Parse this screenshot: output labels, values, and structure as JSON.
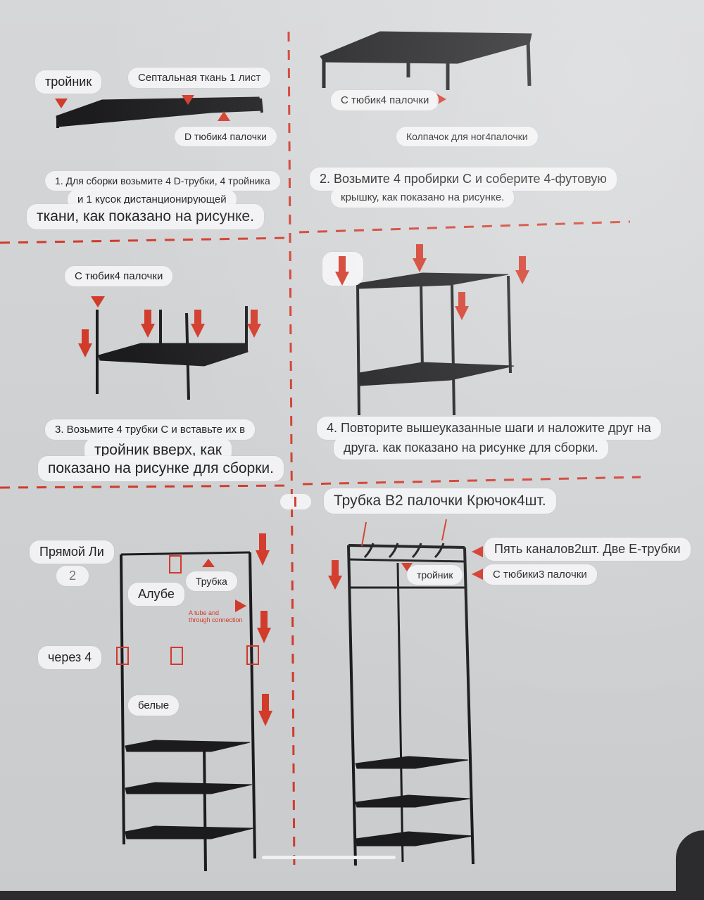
{
  "steps": {
    "step1": {
      "callout_teefitting": "тройник",
      "callout_fabric": "Септальная ткань 1 лист",
      "callout_dtube": "D тюбик4 палочки",
      "text_line1": "1. Для сборки возьмите 4 D-трубки, 4 тройника",
      "text_line2": "и 1 кусок дистанционирующей",
      "text_line3": "ткани, как показано на рисунке."
    },
    "step2": {
      "callout_ctube": "С тюбик4 палочки",
      "callout_caps": "Колпачок для ног4палочки",
      "text_line1": "2. Возьмите 4 пробирки C и соберите 4-футовую",
      "text_line2": "крышку, как показано на рисунке."
    },
    "step3": {
      "callout_ctube": "С тюбик4 палочки",
      "text_line1": "3. Возьмите 4 трубки C и вставьте их в",
      "text_line2": "тройник вверх, как",
      "text_line3": "показано на рисунке для сборки."
    },
    "step4": {
      "text_line1": "4. Повторите вышеуказанные шаги и наложите друг на",
      "text_line2": "друга. как показано на рисунке для сборки."
    },
    "step5": {
      "callout_straight": "Прямой Ли",
      "callout_number": "2",
      "callout_tube": "Трубка",
      "callout_atube": "Алубе",
      "callout_through": "через 4",
      "callout_white": "белые",
      "red_note_line1": "A tube and",
      "red_note_line2": "through connection"
    },
    "step6": {
      "header": "Трубка B2 палочки Крючок4шт.",
      "callout_channels": "Пять каналов2шт. Две E-трубки",
      "callout_teefitting": "тройник",
      "callout_ctube": "С тюбики3 палочки"
    }
  },
  "colors": {
    "background": "#cfd1d3",
    "accent_red": "#d23a2a",
    "frame_black": "#1c1c1e",
    "label_bg": "#f4f4f6"
  }
}
